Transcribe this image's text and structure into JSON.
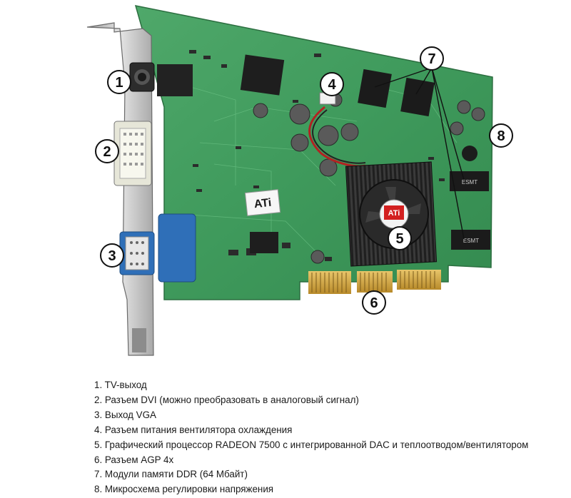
{
  "callouts": [
    {
      "num": "1"
    },
    {
      "num": "2"
    },
    {
      "num": "3"
    },
    {
      "num": "4"
    },
    {
      "num": "5"
    },
    {
      "num": "6"
    },
    {
      "num": "7"
    },
    {
      "num": "8"
    }
  ],
  "chip_labels": {
    "gpu_logo": "ATi",
    "board_logo": "ATi",
    "memory_chip": "ESMT"
  },
  "legend": [
    "1. TV-выход",
    "2. Разъем DVI (можно преобразовать в аналоговый сигнал)",
    "3. Выход VGA",
    "4. Разъем питания вентилятора охлаждения",
    "5. Графический процессор RADEON 7500 с интегрированной DAC и теплоотводом/вентилятором",
    "6. Разъем AGP 4x",
    "7. Модули памяти DDR (64 Мбайт)",
    "8. Микросхема регулировки напряжения"
  ]
}
